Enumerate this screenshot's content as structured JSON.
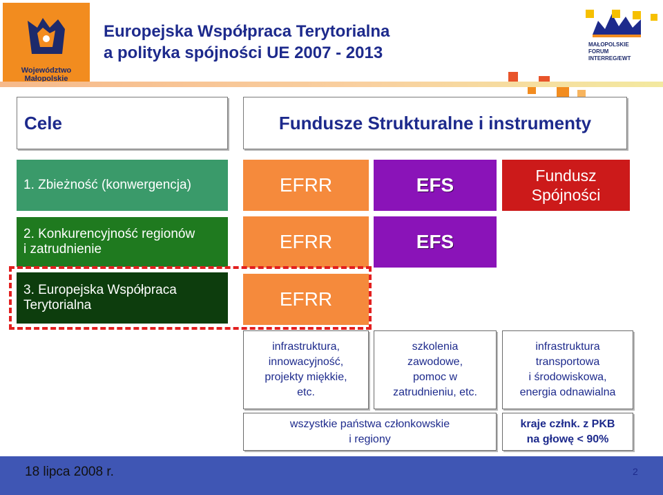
{
  "header": {
    "logo_left_text_1": "Województwo",
    "logo_left_text_2": "Małopolskie",
    "title_line1": "Europejska Współpraca Terytorialna",
    "title_line2": "a polityka spójności UE 2007 - 2013",
    "logo_right_line1": "MAŁOPOLSKIE",
    "logo_right_line2": "FORUM",
    "logo_right_line3": "INTERREG/EWT"
  },
  "headings": {
    "goals": "Cele",
    "funds": "Fundusze Strukturalne i instrumenty"
  },
  "objectives": {
    "o1": "1. Zbieżność (konwergencja)",
    "o2_line1": "2. Konkurencyjność regionów",
    "o2_line2": "i zatrudnienie",
    "o3_line1": "3. Europejska Współpraca",
    "o3_line2": "Terytorialna"
  },
  "funds": {
    "efrr": "EFRR",
    "efs": "EFS",
    "spojnosci_line1": "Fundusz",
    "spojnosci_line2": "Spójności"
  },
  "descriptions": {
    "efrr": [
      "infrastruktura,",
      "innowacyjność,",
      "projekty miękkie,",
      "etc."
    ],
    "efs": [
      "szkolenia",
      "zawodowe,",
      "pomoc w",
      "zatrudnieniu, etc."
    ],
    "spojnosci": [
      "infrastruktura",
      "transportowa",
      "i środowiskowa,",
      "energia odnawialna"
    ],
    "eligibility_structural": [
      "wszystkie państwa członkowskie",
      "i regiony"
    ],
    "eligibility_cohesion": [
      "kraje człnk. z PKB",
      "na głowę < 90%"
    ]
  },
  "footer": {
    "date": "18 lipca 2008 r.",
    "page": "2"
  },
  "colors": {
    "title": "#1d2a8c",
    "efrr": "#f58a3c",
    "efs": "#8a13b8",
    "spojnosci": "#cc1a1a",
    "obj1": "#3a9a6a",
    "obj2": "#1f7a1f",
    "obj3": "#0d3d0d",
    "footer": "#3f56b4",
    "highlight": "#e21f1f"
  }
}
